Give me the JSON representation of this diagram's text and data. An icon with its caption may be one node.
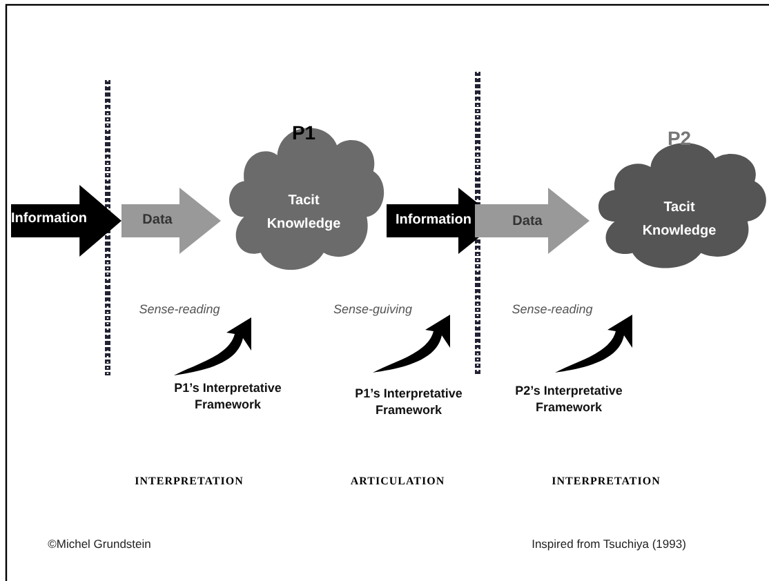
{
  "diagram": {
    "nodes": [
      {
        "text": [
          "Information"
        ]
      },
      {
        "text": [
          "Data"
        ]
      },
      {
        "text": [
          "P1",
          "Tacit Knowledge"
        ]
      },
      {
        "text": [
          "Information"
        ]
      },
      {
        "text": [
          "Data"
        ]
      },
      {
        "text": [
          "P2",
          "Tacit Knowledge"
        ]
      }
    ],
    "edges": [
      {
        "from": 0,
        "to": 2,
        "arrow": "to"
      },
      {
        "from": 2,
        "to": 4,
        "arrow": "to",
        "color": "#000000"
      },
      {
        "from": 3,
        "to": 5,
        "arrow": "to"
      }
    ],
    "labels": [
      "Sense-reading",
      "Sense-guiving",
      "Sense-reading",
      "P1’s Interpretative Framework",
      "P1’s Interpretative Framework",
      "P2’s Interpretative Framework",
      "INTERPRETATION",
      "ARTICULATION",
      "INTERPRETATION",
      "©Michel Grundstein",
      "Inspired from Tsuchiya (1993)"
    ]
  }
}
